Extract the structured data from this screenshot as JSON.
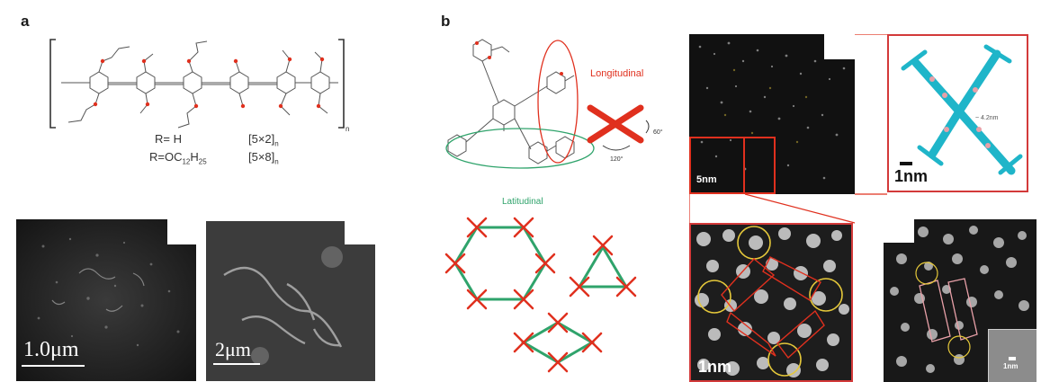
{
  "panel_a": {
    "letter": "a",
    "formula_line1_left": "R= H",
    "formula_line1_right": "[5×2]",
    "formula_line1_sub": "n",
    "formula_line2_left": "R=OC",
    "formula_line2_c_sub": "12",
    "formula_line2_mid": "H",
    "formula_line2_h_sub": "25",
    "formula_line2_right": "[5×8]",
    "formula_line2_sub": "n",
    "bracket_sub": "n",
    "sem_left_scale": "1.0μm",
    "sem_right_scale": "2μm"
  },
  "panel_b": {
    "letter": "b",
    "label_longitudinal": "Longitudinal",
    "label_latitudinal": "Latitudinal",
    "angle_60": "60°",
    "angle_120": "120°",
    "stm_overview_scale": "5nm",
    "model_scale": "1nm",
    "model_measure": "~ 4.2nm",
    "zoom_scale": "1nm",
    "right_inset_scale": "1nm"
  },
  "colors": {
    "molecule_line": "#444444",
    "red": "#e0301e",
    "green": "#2fa36b",
    "teal": "#1fb5c9",
    "yellow": "#e5c83a",
    "pink": "#e8a0a8"
  }
}
